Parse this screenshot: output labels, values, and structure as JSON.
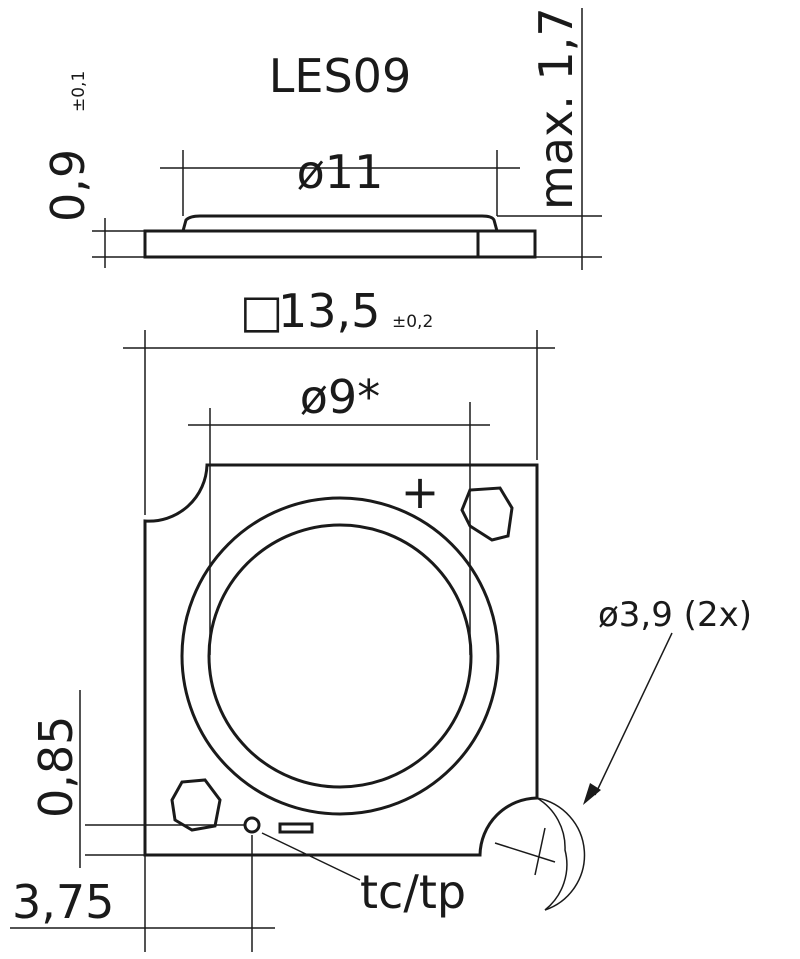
{
  "title": "LES09",
  "side_view": {
    "height_dim": "0,9",
    "height_tol": "±0,1",
    "max_height": "max. 1,7",
    "lens_diameter": "ø11"
  },
  "top_view": {
    "square_symbol": "□",
    "size": "13,5",
    "size_tol": "±0,2",
    "les_diameter": "ø9*",
    "corner_hole": "ø3,9 (2x)",
    "offset_y": "0,85",
    "offset_x": "3,75",
    "plus_marker": "+",
    "sensor_point": "tc/tp"
  }
}
